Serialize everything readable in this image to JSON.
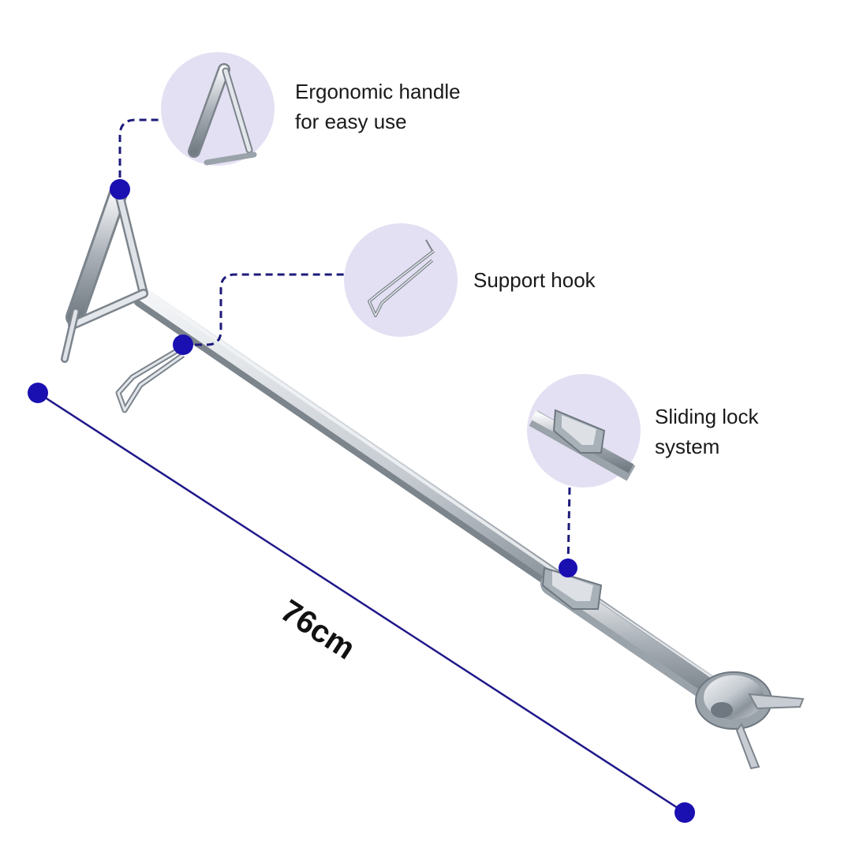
{
  "callouts": [
    {
      "id": "handle",
      "lines": [
        "Ergonomic handle",
        "for easy use"
      ],
      "icon": "triangle-handle-closeup"
    },
    {
      "id": "hook",
      "lines": [
        "Support hook"
      ],
      "icon": "hook-closeup"
    },
    {
      "id": "lock",
      "lines": [
        "Sliding lock",
        "system"
      ],
      "icon": "sliding-lock-closeup"
    }
  ],
  "dimension": {
    "label": "76cm"
  },
  "colors": {
    "marker": "#1a0fb0",
    "dimension_line": "#20188a",
    "leader": "#1d1a7a",
    "callout_circle": "#e4e0f3",
    "metal_light": "#eef1f4",
    "metal_mid": "#b9c0c7",
    "metal_dark": "#6f7780"
  }
}
